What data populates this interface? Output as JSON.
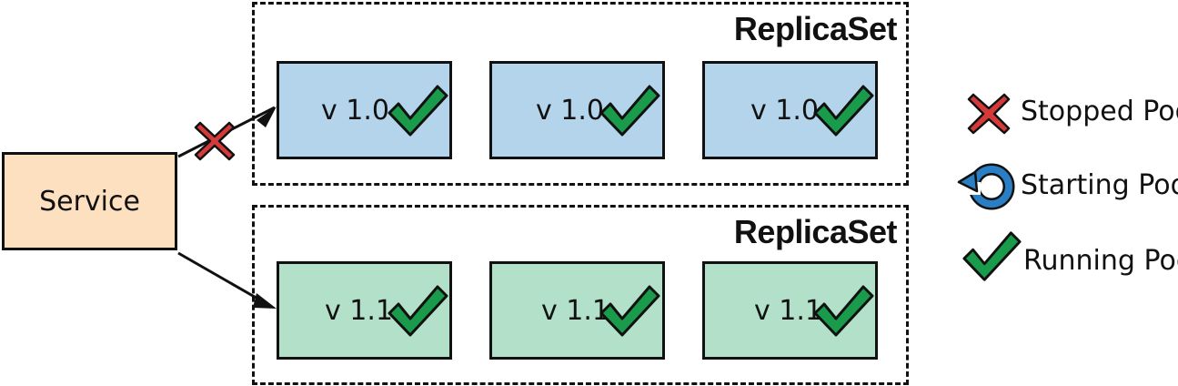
{
  "service": {
    "label": "Service"
  },
  "replicasets": [
    {
      "title": "ReplicaSet",
      "pods": [
        {
          "version": "v 1.0"
        },
        {
          "version": "v 1.0"
        },
        {
          "version": "v 1.0"
        }
      ]
    },
    {
      "title": "ReplicaSet",
      "pods": [
        {
          "version": "v 1.1"
        },
        {
          "version": "v 1.1"
        },
        {
          "version": "v 1.1"
        }
      ]
    }
  ],
  "legend": {
    "stopped": "Stopped Pod",
    "starting": "Starting Pod",
    "running": "Running Pod"
  },
  "colors": {
    "old_pod": "#b3d4ea",
    "new_pod": "#b3e0c9",
    "service": "#fde0c0",
    "check": "#1a9b4b",
    "cross": "#d43a3a",
    "starting": "#2a7fc4"
  }
}
